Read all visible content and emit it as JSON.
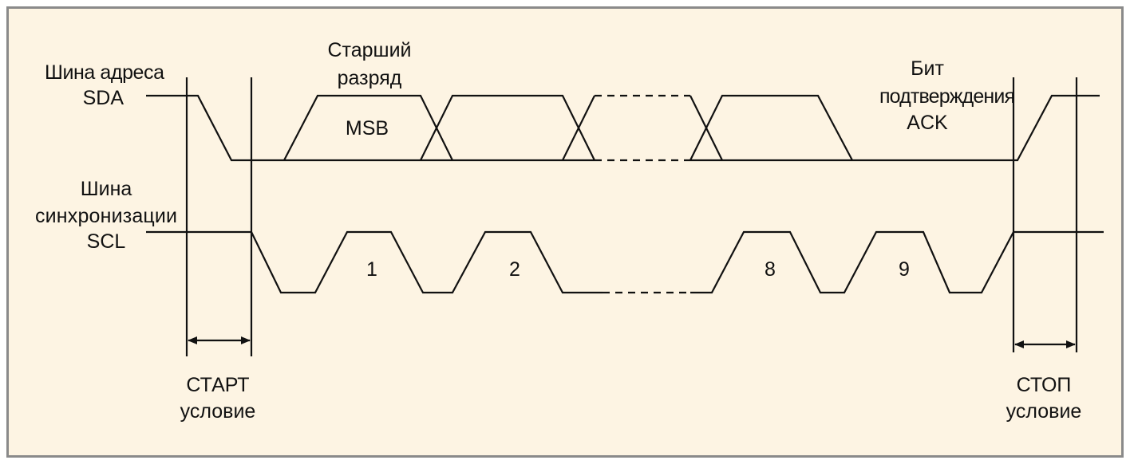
{
  "sda_label": {
    "line1": "Шина адреса",
    "line2": "SDA"
  },
  "scl_label": {
    "line1": "Шина",
    "line2": "синхронизации",
    "line3": "SCL"
  },
  "msb_label": {
    "line1": "Старший",
    "line2": "разряд",
    "inner": "MSB"
  },
  "ack_label": {
    "line1": "Бит",
    "line2": "подтверждения",
    "line3": "ACK"
  },
  "clock_numbers": [
    "1",
    "2",
    "8",
    "9"
  ],
  "start_label": {
    "line1": "СТАРТ",
    "line2": "условие"
  },
  "stop_label": {
    "line1": "СТОП",
    "line2": "условие"
  }
}
